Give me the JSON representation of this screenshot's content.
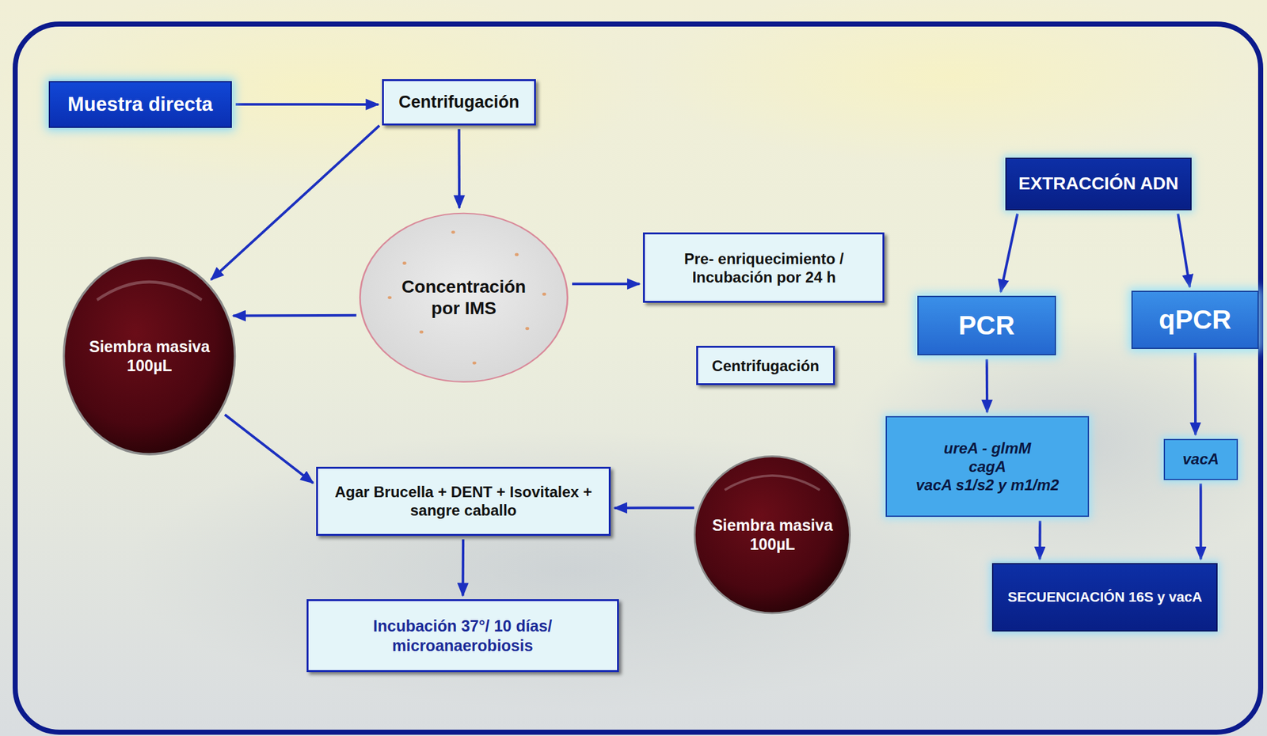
{
  "diagram": {
    "nodes": [
      {
        "text": [
          "Muestra directa"
        ]
      },
      {
        "text": [
          "Centrifugación"
        ]
      },
      {
        "text": [
          "Concentración por IMS"
        ]
      },
      {
        "text": [
          "Siembra masiva 100µL"
        ]
      },
      {
        "text": [
          "Pre- enriquecimiento / Incubación por 24 h"
        ]
      },
      {
        "text": [
          "Centrifugación"
        ]
      },
      {
        "text": [
          "Siembra masiva 100µL"
        ]
      },
      {
        "text": [
          "Agar Brucella + DENT + Isovitalex + sangre caballo"
        ]
      },
      {
        "text": [
          "Incubación 37°/ 10 días/ microanaerobiosis"
        ]
      },
      {
        "text": [
          "EXTRACCIÓN ADN"
        ]
      },
      {
        "text": [
          "PCR"
        ]
      },
      {
        "text": [
          "qPCR"
        ]
      },
      {
        "text": [
          "ureA - glmM",
          "cagA",
          "vacA s1/s2 y m1/m2"
        ]
      },
      {
        "text": [
          "vacA"
        ]
      },
      {
        "text": [
          "SECUENCIACIÓN 16S y vacA"
        ]
      }
    ],
    "edges": [
      {
        "from": 0,
        "to": 1,
        "arrow": "to"
      },
      {
        "from": 1,
        "to": 3,
        "arrow": "to"
      },
      {
        "from": 1,
        "to": 2,
        "arrow": "to"
      },
      {
        "from": 2,
        "to": 3,
        "arrow": "to"
      },
      {
        "from": 2,
        "to": 4,
        "arrow": "to"
      },
      {
        "from": 3,
        "to": 7,
        "arrow": "to"
      },
      {
        "from": 6,
        "to": 7,
        "arrow": "to"
      },
      {
        "from": 7,
        "to": 8,
        "arrow": "to"
      },
      {
        "from": 9,
        "to": 10,
        "arrow": "to"
      },
      {
        "from": 9,
        "to": 11,
        "arrow": "to"
      },
      {
        "from": 10,
        "to": 12,
        "arrow": "to"
      },
      {
        "from": 11,
        "to": 13,
        "arrow": "to"
      },
      {
        "from": 12,
        "to": 14,
        "arrow": "to"
      },
      {
        "from": 13,
        "to": 14,
        "arrow": "to"
      }
    ]
  }
}
